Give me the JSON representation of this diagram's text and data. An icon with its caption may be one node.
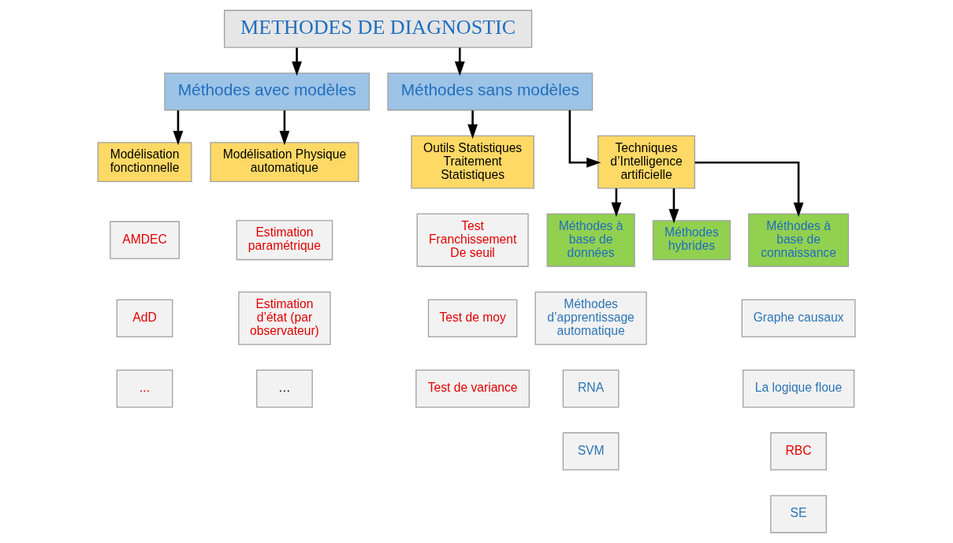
{
  "diagram": {
    "nodes": [
      {
        "text": [
          "METHODES DE DIAGNOSTIC"
        ]
      },
      {
        "text": [
          "Méthodes avec modèles"
        ]
      },
      {
        "text": [
          "Méthodes sans modèles"
        ]
      },
      {
        "text": [
          "Modélisation fonctionnelle"
        ]
      },
      {
        "text": [
          "Modélisation Physique automatique"
        ]
      },
      {
        "text": [
          "Outils Statistiques Traitement Statistiques"
        ]
      },
      {
        "text": [
          "Techniques d’Intelligence artificielle"
        ]
      },
      {
        "text": [
          "AMDEC"
        ]
      },
      {
        "text": [
          "AdD"
        ]
      },
      {
        "text": [
          "..."
        ]
      },
      {
        "text": [
          "Estimation paramétrique"
        ]
      },
      {
        "text": [
          "Estimation d’état (par observateur)"
        ]
      },
      {
        "text": [
          "…"
        ]
      },
      {
        "text": [
          "Test Franchissement De seuil"
        ]
      },
      {
        "text": [
          "Test de moy"
        ]
      },
      {
        "text": [
          "Test de variance"
        ]
      },
      {
        "text": [
          "Méthodes à base de données"
        ]
      },
      {
        "text": [
          "Méthodes hybrides"
        ]
      },
      {
        "text": [
          "Méthodes à base de connaissance"
        ]
      },
      {
        "text": [
          "Méthodes d’apprentissage automatique"
        ]
      },
      {
        "text": [
          "RNA"
        ]
      },
      {
        "text": [
          "SVM"
        ]
      },
      {
        "text": [
          "Graphe causaux"
        ]
      },
      {
        "text": [
          "La logique floue"
        ]
      },
      {
        "text": [
          "RBC"
        ]
      },
      {
        "text": [
          "SE"
        ]
      }
    ],
    "edges": [
      {
        "from": 0,
        "to": 1,
        "arrow": "to"
      },
      {
        "from": 0,
        "to": 2,
        "arrow": "to"
      },
      {
        "from": 1,
        "to": 3,
        "arrow": "to"
      },
      {
        "from": 1,
        "to": 4,
        "arrow": "to"
      },
      {
        "from": 2,
        "to": 5,
        "arrow": "to"
      },
      {
        "from": 2,
        "to": 6,
        "arrow": "to"
      },
      {
        "from": 6,
        "to": 16,
        "arrow": "to"
      },
      {
        "from": 6,
        "to": 17,
        "arrow": "to"
      },
      {
        "from": 6,
        "to": 18,
        "arrow": "to"
      }
    ]
  }
}
